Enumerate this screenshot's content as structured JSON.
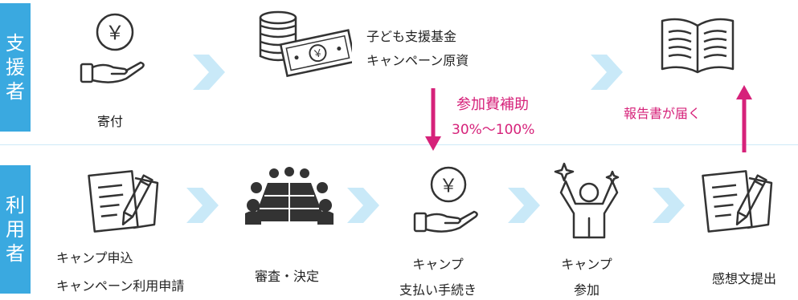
{
  "rows": {
    "supporter": {
      "label_lines": [
        "支",
        "援",
        "者"
      ]
    },
    "user": {
      "label_lines": [
        "利",
        "用",
        "者"
      ]
    }
  },
  "top": {
    "donation_label": "寄付",
    "fund_label_lines": [
      "子ども支援基金",
      "キャンペーン原資"
    ],
    "report_label": "報告書が届く"
  },
  "subsidy": {
    "title": "参加費補助",
    "range": "30%～100%"
  },
  "bottom": {
    "apply_label_lines": [
      "キャンプ申込",
      "キャンペーン利用申請"
    ],
    "review_label": "審査・決定",
    "payment_label_lines": [
      "キャンプ",
      "支払い手続き"
    ],
    "participate_label_lines": [
      "キャンプ",
      "参加"
    ],
    "report_submit_label": "感想文提出"
  },
  "icons": {
    "yen_symbol": "￥",
    "colors": {
      "band": "#3aa9e0",
      "chevron": "#c9e9f8",
      "accent": "#d6227a",
      "icon": "#333333"
    }
  }
}
